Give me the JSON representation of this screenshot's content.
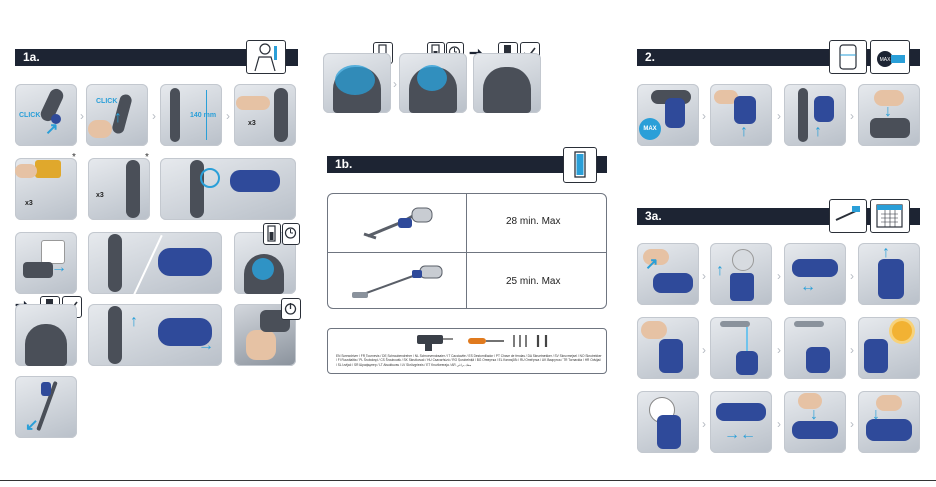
{
  "sections": {
    "s1a": {
      "label": "1a."
    },
    "s1b": {
      "label": "1b."
    },
    "s2": {
      "label": "2."
    },
    "s3a": {
      "label": "3a."
    }
  },
  "tags": {
    "click1": "CLICK",
    "click2": "CLICK",
    "times3a": "x3",
    "times3b": "x3",
    "times3c": "x3",
    "mm": "140 mm",
    "max1": "MAX",
    "max2": "MAX"
  },
  "runtime_table": {
    "rows": [
      {
        "runtime": "28 min. Max"
      },
      {
        "runtime": "25 min. Max"
      }
    ]
  },
  "tools_note": "EN Screwdriver / FR Tournevis / DE Schraubendreher / NL Schroevendraaier / IT Cacciavite / ES Destornillador / PT Chave de fendas / DA Skruetrækker / SV Skruvmejsel / NO Skrutrekker / FI Ruuvitaltta / PL Śrubokręt / CS Šroubovák / SK Skrutkovač / HU Csavarhúzó / RO Șurubelniță / BG Отвертка / EL Κατσαβίδι / RU Отвёртка / UK Викрутка / TR Tornavida / HR Odvijač / SL Izvijač / SR Шрафцигер / LT Atsuktuvas / LV Skrūvgriezis / ET Kruvikeeraja / AR مفك براغي",
  "colors": {
    "bar": "#1d2433",
    "accent": "#2a9fd8",
    "vacuum_blue": "#2f4a9a"
  }
}
